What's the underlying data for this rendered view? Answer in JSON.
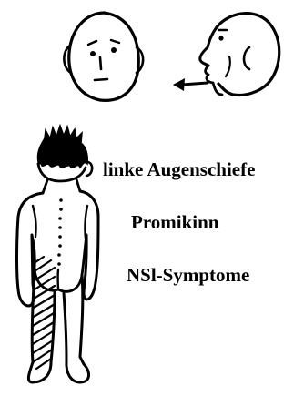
{
  "labels": {
    "left_eye_tilt": "linke Augenschiefe",
    "prominent_chin": "Promikinn",
    "nsi_symptoms": "NSl-Symptome"
  },
  "icons": [
    "front-face-sketch",
    "profile-face-sketch",
    "arrow-left-icon",
    "back-figure-sketch"
  ],
  "colors": {
    "ink": "#000000",
    "background": "#ffffff"
  }
}
